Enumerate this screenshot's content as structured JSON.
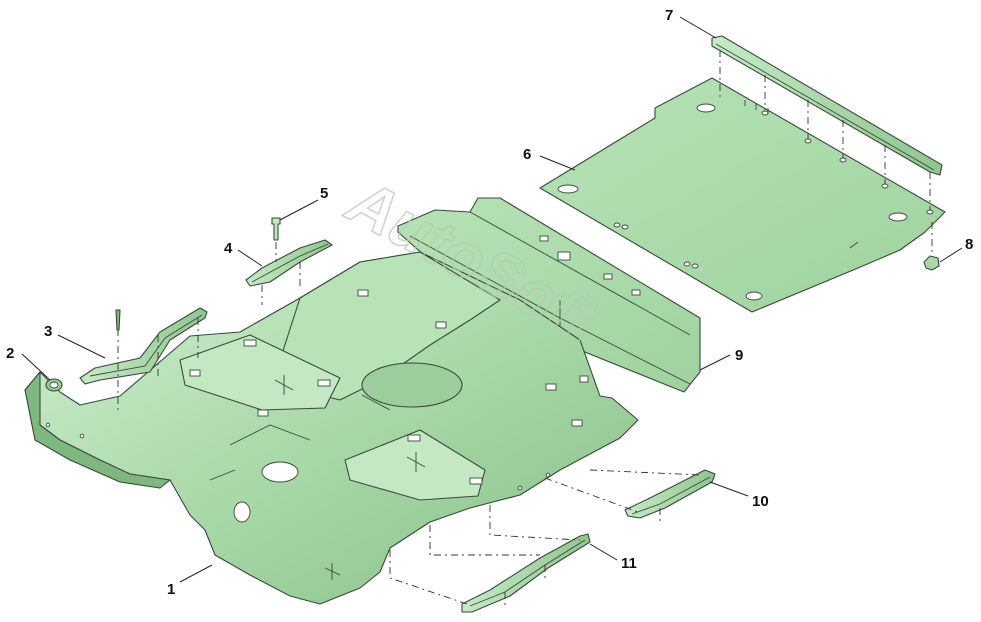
{
  "colors": {
    "panel_fill": "#a8d8a8",
    "panel_fill_light": "#c9ecc9",
    "panel_fill_dark": "#7fb87f",
    "outline": "#3a4a3a",
    "background": "#ffffff"
  },
  "watermark": "AutoSoft",
  "callouts": [
    {
      "id": "1",
      "label": "1"
    },
    {
      "id": "2",
      "label": "2"
    },
    {
      "id": "3",
      "label": "3"
    },
    {
      "id": "4",
      "label": "4"
    },
    {
      "id": "5",
      "label": "5"
    },
    {
      "id": "6",
      "label": "6"
    },
    {
      "id": "7",
      "label": "7"
    },
    {
      "id": "8",
      "label": "8"
    },
    {
      "id": "9",
      "label": "9"
    },
    {
      "id": "10",
      "label": "10"
    },
    {
      "id": "11",
      "label": "11"
    }
  ]
}
